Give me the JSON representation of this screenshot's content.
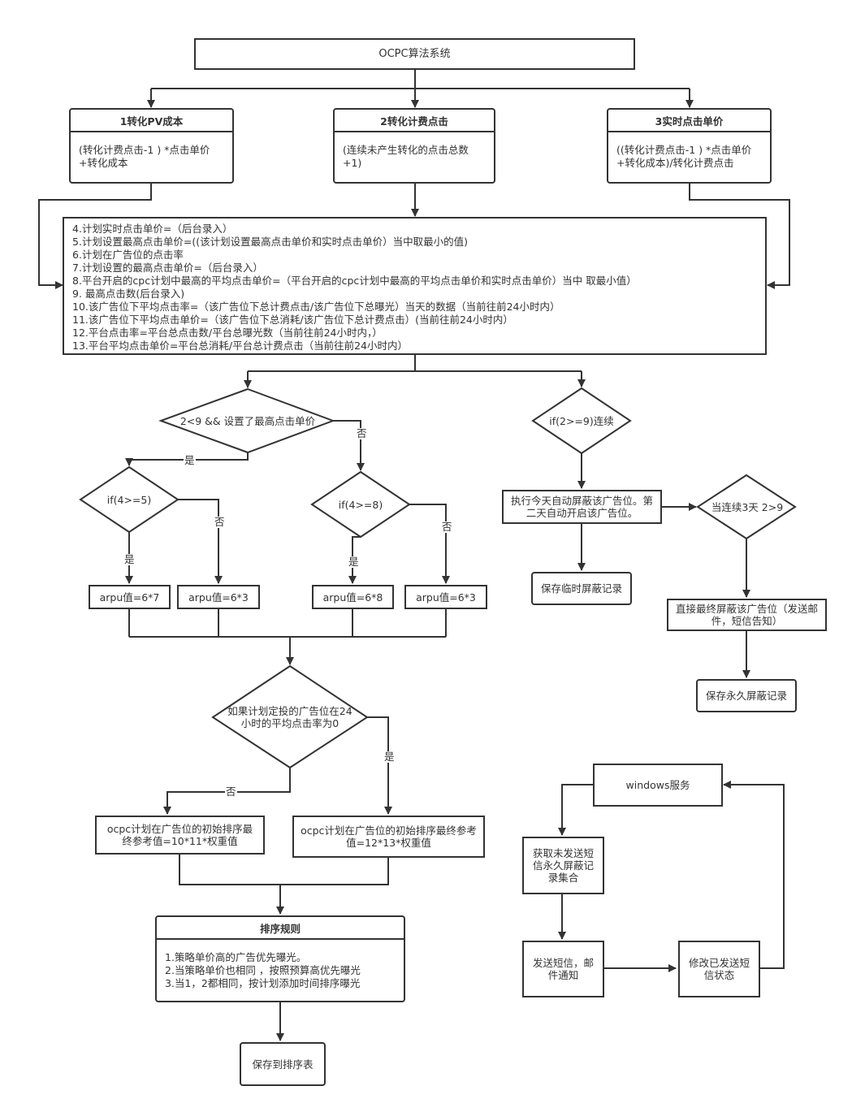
{
  "root": {
    "title": "OCPC算法系统"
  },
  "cards": {
    "c1": {
      "title": "1转化PV成本",
      "body": "(转化计费点击-1 ) *点击单价\n+转化成本"
    },
    "c2": {
      "title": "2转化计费点击",
      "body": "(连续未产生转化的点击总数\n+1)"
    },
    "c3": {
      "title": "3实时点击单价",
      "body": "((转化计费点击-1 ) *点击单价\n+转化成本)/转化计费点击"
    }
  },
  "conditions": {
    "lines": [
      "4.计划实时点击单价=（后台录入）",
      "5.计划设置最高点击单价=((该计划设置最高点击单价和实时点击单价）当中取最小的值)",
      "6.计划在广告位的点击率",
      "7.计划设置的最高点击单价=（后台录入）",
      "8.平台开启的cpc计划中最高的平均点击单价=（平台开启的cpc计划中最高的平均点击单价和实时点击单价）当中 取最小值）",
      "9. 最高点击数(后台录入)",
      "10.该广告位下平均点击率=（该广告位下总计费点击/该广告位下总曝光）当天的数据（当前往前24小时内）",
      "11.该广告位下平均点击单价=（该广告位下总消耗/该广告位下总计费点击）(当前往前24小时内）",
      "12.平台点击率=平台总点击数/平台总曝光数（当前往前24小时内，）",
      "13.平台平均点击单价=平台总消耗/平台总计费点击（当前往前24小时内）"
    ]
  },
  "decisions": {
    "d_main": "2<9 && 设置了最高点击单价",
    "d_4_5": "if(4>=5)",
    "d_4_8": "if(4>=8)",
    "d_right": "if(2>=9)连续",
    "d_3days": "当连续3天 2>9",
    "d_zero": "如果计划定投的广告位在24小时的平均点击率为0"
  },
  "processes": {
    "arpu_67": "arpu值=6*7",
    "arpu_63a": "arpu值=6*3",
    "arpu_68": "arpu值=6*8",
    "arpu_63b": "arpu值=6*3",
    "block_today": "执行今天自动屏蔽该广告位。第二天自动开启该广告位。",
    "save_temp": "保存临时屏蔽记录",
    "final_block": "直接最终屏蔽该广告位（发送邮件，短信告知）",
    "save_perm": "保存永久屏蔽记录",
    "ocpc_no": "ocpc计划在广告位的初始排序最终参考值=10*11*权重值",
    "ocpc_yes": "ocpc计划在广告位的初始排序最终参考值=12*13*权重值",
    "save_sort": "保存到排序表",
    "win_service": "windows服务",
    "fetch_unsent": "获取未发送短信永久屏蔽记录集合",
    "send_sms": "发送短信，邮件通知",
    "mark_sent": "修改已发送短信状态"
  },
  "sort_rules": {
    "title": "排序规则",
    "body": "1.策略单价高的广告优先曝光。\n2.当策略单价也相同 ，按照预算高优先曝光\n3.当1，2都相同，按计划添加时间排序曝光"
  },
  "edge_labels": {
    "yes": "是",
    "no": "否"
  },
  "colors": {
    "stroke": "#333333",
    "background": "#ffffff"
  }
}
